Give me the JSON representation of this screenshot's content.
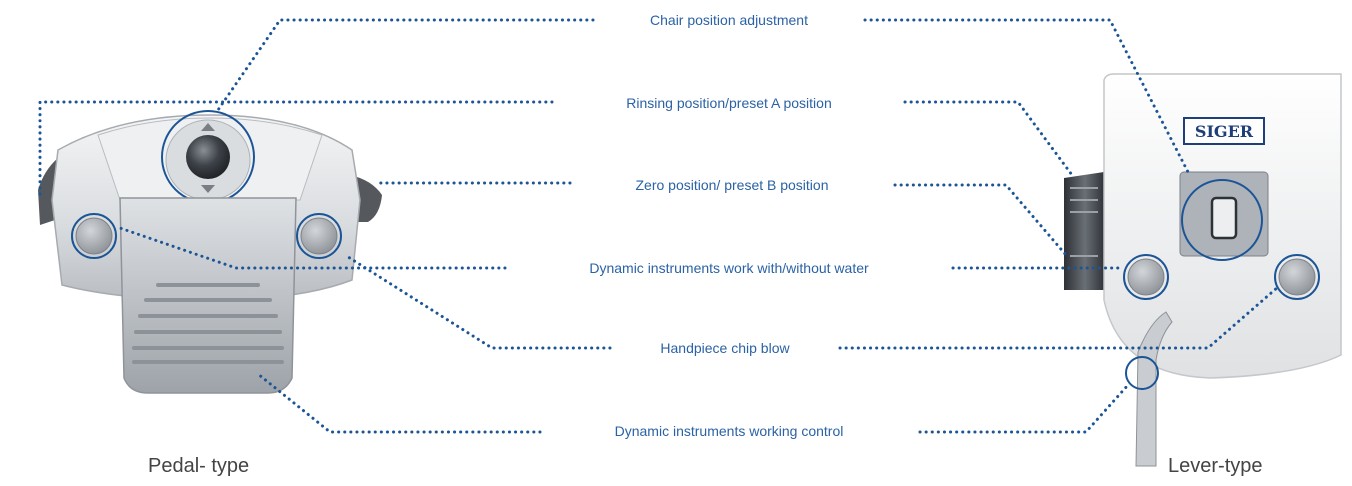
{
  "labels": {
    "chair_position_adjustment": "Chair position adjustment",
    "rinsing_preset_a": "Rinsing position/preset A position",
    "zero_preset_b": "Zero position/ preset B position",
    "dynamic_water": "Dynamic instruments work with/without water",
    "handpiece_chip_blow": "Handpiece chip blow",
    "dynamic_working_control": "Dynamic instruments working control"
  },
  "captions": {
    "pedal_type": "Pedal- type",
    "lever_type": "Lever-type"
  },
  "brand": "SIGER",
  "colors": {
    "leader_line": "#1c5596",
    "label_text": "#2b62a5",
    "caption_text": "#444444"
  }
}
